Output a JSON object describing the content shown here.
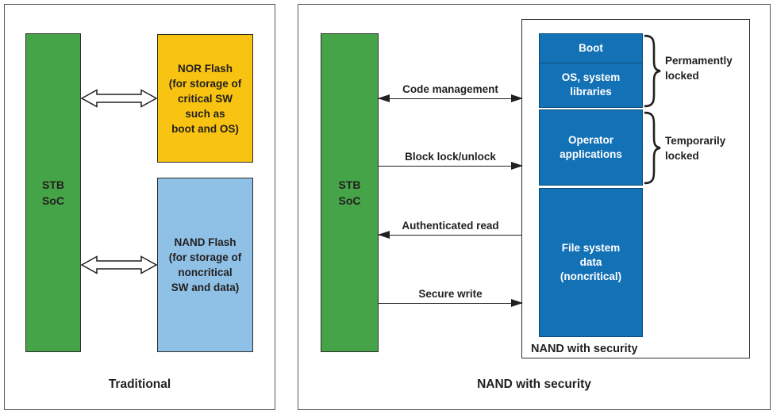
{
  "colors": {
    "soc_green": "#46a448",
    "nor_yellow": "#f8c411",
    "nand_light_blue": "#8fc0e5",
    "secure_dark_blue": "#1371b6",
    "border_dark": "#2e2d2c",
    "text": "#231f20"
  },
  "left_panel": {
    "caption": "Traditional",
    "soc_label": "STB\nSoC",
    "nor_flash_label": "NOR Flash\n(for storage of\ncritical SW\nsuch as\nboot and OS)",
    "nand_flash_label": "NAND Flash\n(for storage of\nnoncritical\nSW and data)"
  },
  "right_panel": {
    "caption": "NAND with security",
    "soc_label": "STB\nSoC",
    "arrows": [
      {
        "label": "Code management",
        "direction": "both"
      },
      {
        "label": "Block lock/unlock",
        "direction": "right"
      },
      {
        "label": "Authenticated read",
        "direction": "left"
      },
      {
        "label": "Secure write",
        "direction": "right"
      }
    ],
    "nand_box": {
      "label": "NAND with security",
      "segments": [
        "Boot",
        "OS, system\nlibraries",
        "Operator\napplications",
        "File system\ndata\n(noncritical)"
      ]
    },
    "annotations": [
      {
        "label": "Permamently\nlocked"
      },
      {
        "label": "Temporarily\nlocked"
      }
    ]
  }
}
